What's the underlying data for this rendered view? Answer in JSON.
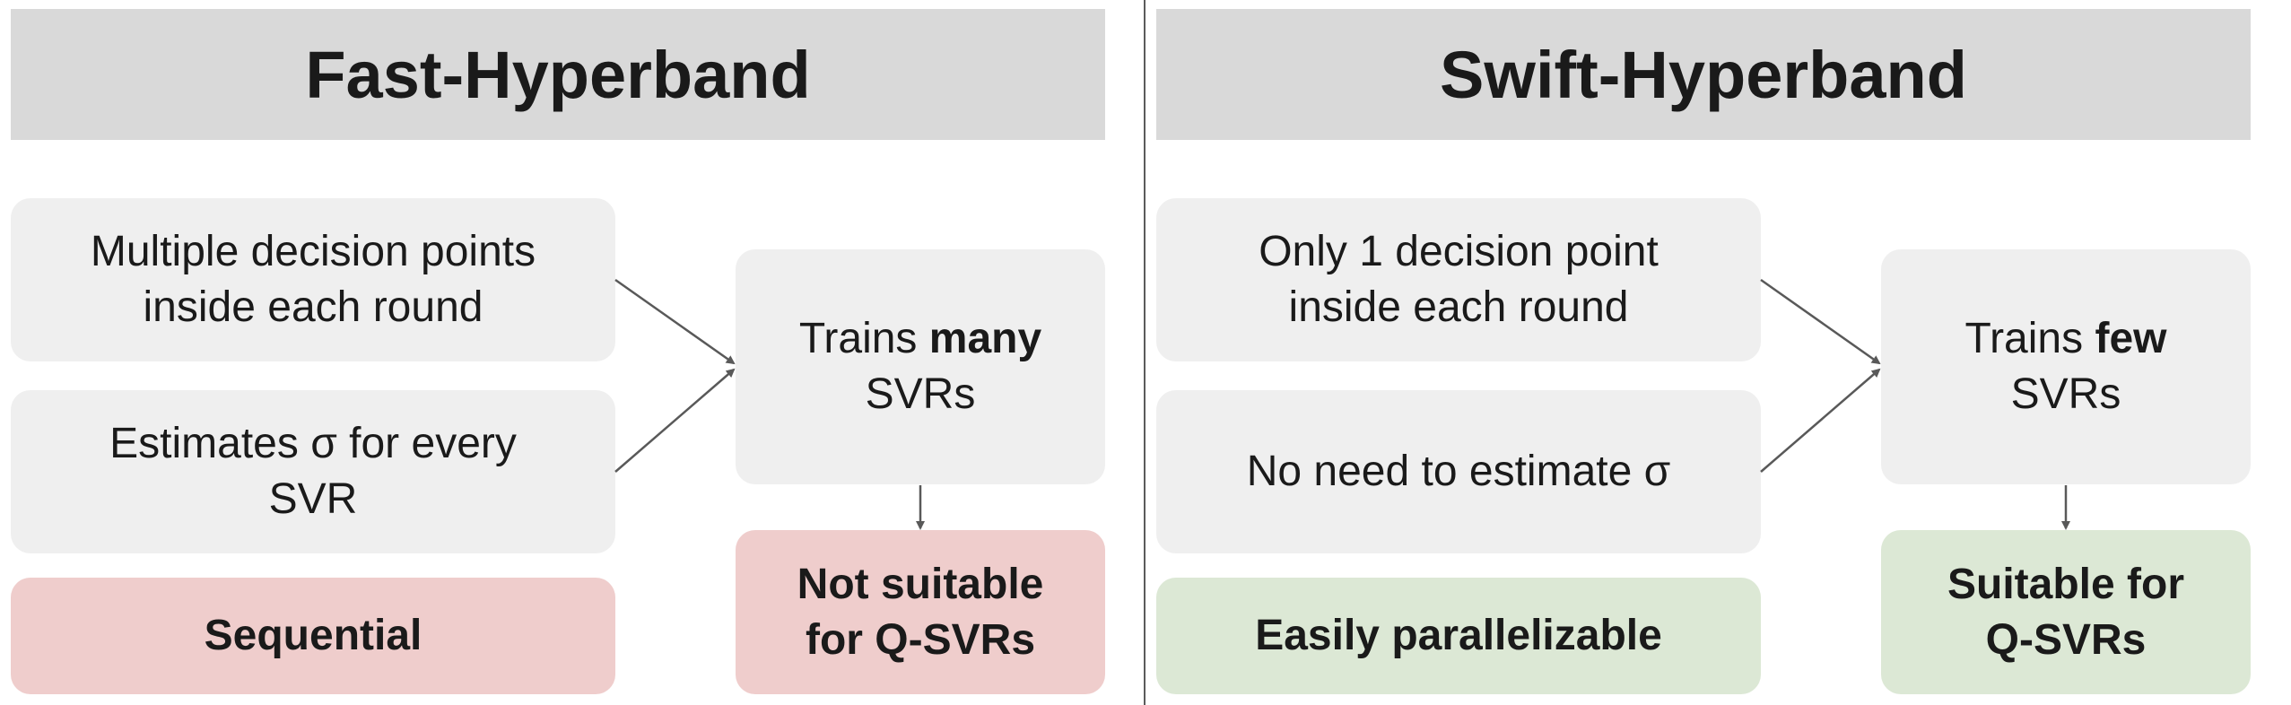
{
  "panels": [
    {
      "title": "Fast-Hyperband",
      "point_text": [
        "Multiple decision points",
        "inside each round"
      ],
      "sigma_text": [
        "Estimates σ for every",
        "SVR"
      ],
      "parallel_text": "Sequential",
      "trains_prefix": "Trains ",
      "trains_emphasis": "many",
      "trains_suffix": "SVRs",
      "suitability_text": [
        "Not suitable",
        "for Q-SVRs"
      ],
      "verdict_color": "#efcdcc"
    },
    {
      "title": "Swift-Hyperband",
      "point_text": [
        "Only 1 decision point",
        "inside each round"
      ],
      "sigma_text": [
        "No need to estimate σ"
      ],
      "parallel_text": "Easily parallelizable",
      "trains_prefix": "Trains ",
      "trains_emphasis": "few",
      "trains_suffix": "SVRs",
      "suitability_text": [
        "Suitable for",
        "Q-SVRs"
      ],
      "verdict_color": "#dce8d5"
    }
  ],
  "colors": {
    "header_bg": "#d9d9d9",
    "box_bg": "#efefef",
    "arrow": "#595959",
    "divider": "#5b5b5b"
  }
}
